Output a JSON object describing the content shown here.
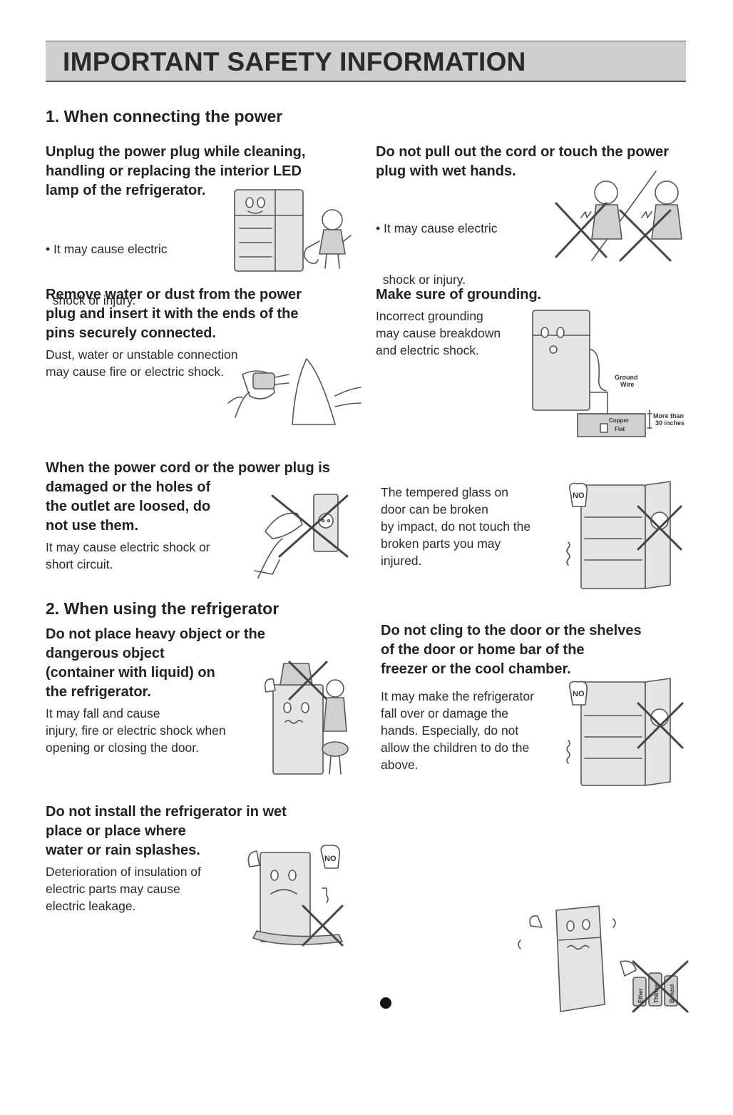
{
  "header": {
    "title": "IMPORTANT SAFETY INFORMATION"
  },
  "section1": {
    "title": "1. When connecting the power",
    "items": [
      {
        "heading": [
          "Unplug the power plug while cleaning,",
          "handling or replacing the interior LED",
          "lamp of the refrigerator."
        ],
        "body": [
          "• It may cause electric",
          "  shock or injury."
        ]
      },
      {
        "heading": [
          "Do not pull out the cord or touch the power",
          "plug with wet hands."
        ],
        "body": [
          "• It may cause electric",
          "  shock or injury."
        ]
      },
      {
        "heading": [
          "Remove water or dust from the power",
          "plug and insert it with the ends of the",
          "pins securely connected."
        ],
        "body": [
          "Dust, water or unstable connection",
          "may cause fire or electric shock."
        ]
      },
      {
        "heading": [
          "Make sure of grounding."
        ],
        "body": [
          "Incorrect grounding",
          "may cause breakdown",
          "and electric shock."
        ],
        "labels": {
          "ground_wire": [
            "Ground",
            "Wire"
          ],
          "copper_flat": [
            "Copper",
            "Flat"
          ],
          "depth": [
            "More than",
            "30 inches"
          ]
        }
      },
      {
        "heading": [
          "When the power cord or the power plug is",
          "damaged or the holes of",
          "the outlet are loosed, do",
          "not use them."
        ],
        "body": [
          "It may cause electric shock or",
          "short circuit."
        ]
      },
      {
        "heading": [],
        "body": [
          "The tempered glass on",
          "door can be broken",
          "by impact, do not touch the",
          "broken parts you may",
          "injured."
        ],
        "labels": {
          "no": "NO"
        }
      }
    ]
  },
  "section2": {
    "title": "2. When using the refrigerator",
    "items": [
      {
        "heading": [
          "Do not place heavy object or the",
          "dangerous object",
          "(container with liquid) on",
          "the refrigerator."
        ],
        "body": [
          "It may fall and cause",
          "injury, fire or electric shock when",
          "opening or closing the door."
        ]
      },
      {
        "heading": [
          "Do not cling to the door or the shelves",
          "of the door or home bar of the",
          "freezer or the cool chamber."
        ],
        "body": [
          "It may make the refrigerator",
          "fall over or damage the",
          "hands. Especially, do not",
          "allow the children to do the",
          "above."
        ],
        "labels": {
          "no": "NO"
        }
      },
      {
        "heading": [
          "Do not install the refrigerator in wet",
          "place or place where",
          "water or rain splashes."
        ],
        "body": [
          "Deterioration of insulation of",
          "electric parts may cause",
          "electric leakage."
        ],
        "labels": {
          "no": "NO"
        }
      },
      {
        "heading": [],
        "body": [],
        "labels": {
          "can1": "Ether",
          "can2": "Thinner",
          "can3": "Benzol"
        }
      }
    ]
  }
}
